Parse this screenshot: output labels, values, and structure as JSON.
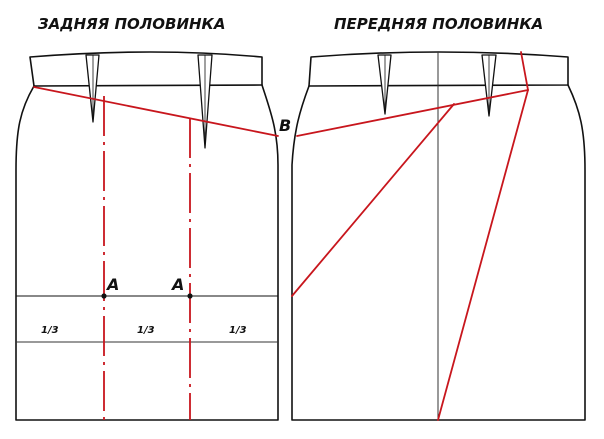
{
  "titles": {
    "back": "ЗАДНЯЯ ПОЛОВИНКА",
    "front": "ПЕРЕДНЯЯ ПОЛОВИНКА"
  },
  "points": {
    "a_left": "A",
    "a_right": "A",
    "b": "B"
  },
  "fractions": {
    "first": "1/3",
    "second": "1/3",
    "third": "1/3"
  },
  "colors": {
    "outline": "#111111",
    "construction_red": "#c8161d"
  }
}
